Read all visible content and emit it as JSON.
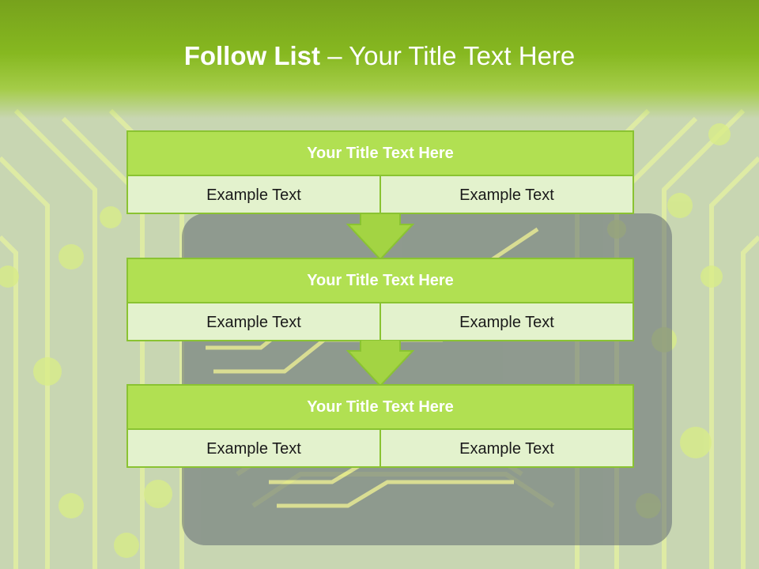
{
  "header": {
    "title_bold": "Follow List",
    "title_rest": " – Your Title Text Here"
  },
  "blocks": [
    {
      "title": "Your Title Text Here",
      "left": "Example Text",
      "right": "Example Text"
    },
    {
      "title": "Your Title Text Here",
      "left": "Example Text",
      "right": "Example Text"
    },
    {
      "title": "Your Title Text Here",
      "left": "Example Text",
      "right": "Example Text"
    }
  ],
  "colors": {
    "header_green": "#86b820",
    "block_head": "#b1e052",
    "block_body": "#e3f2cd",
    "border": "#8ac332",
    "arrow": "#a3d443"
  },
  "background": {
    "motif": "circuit-board"
  }
}
